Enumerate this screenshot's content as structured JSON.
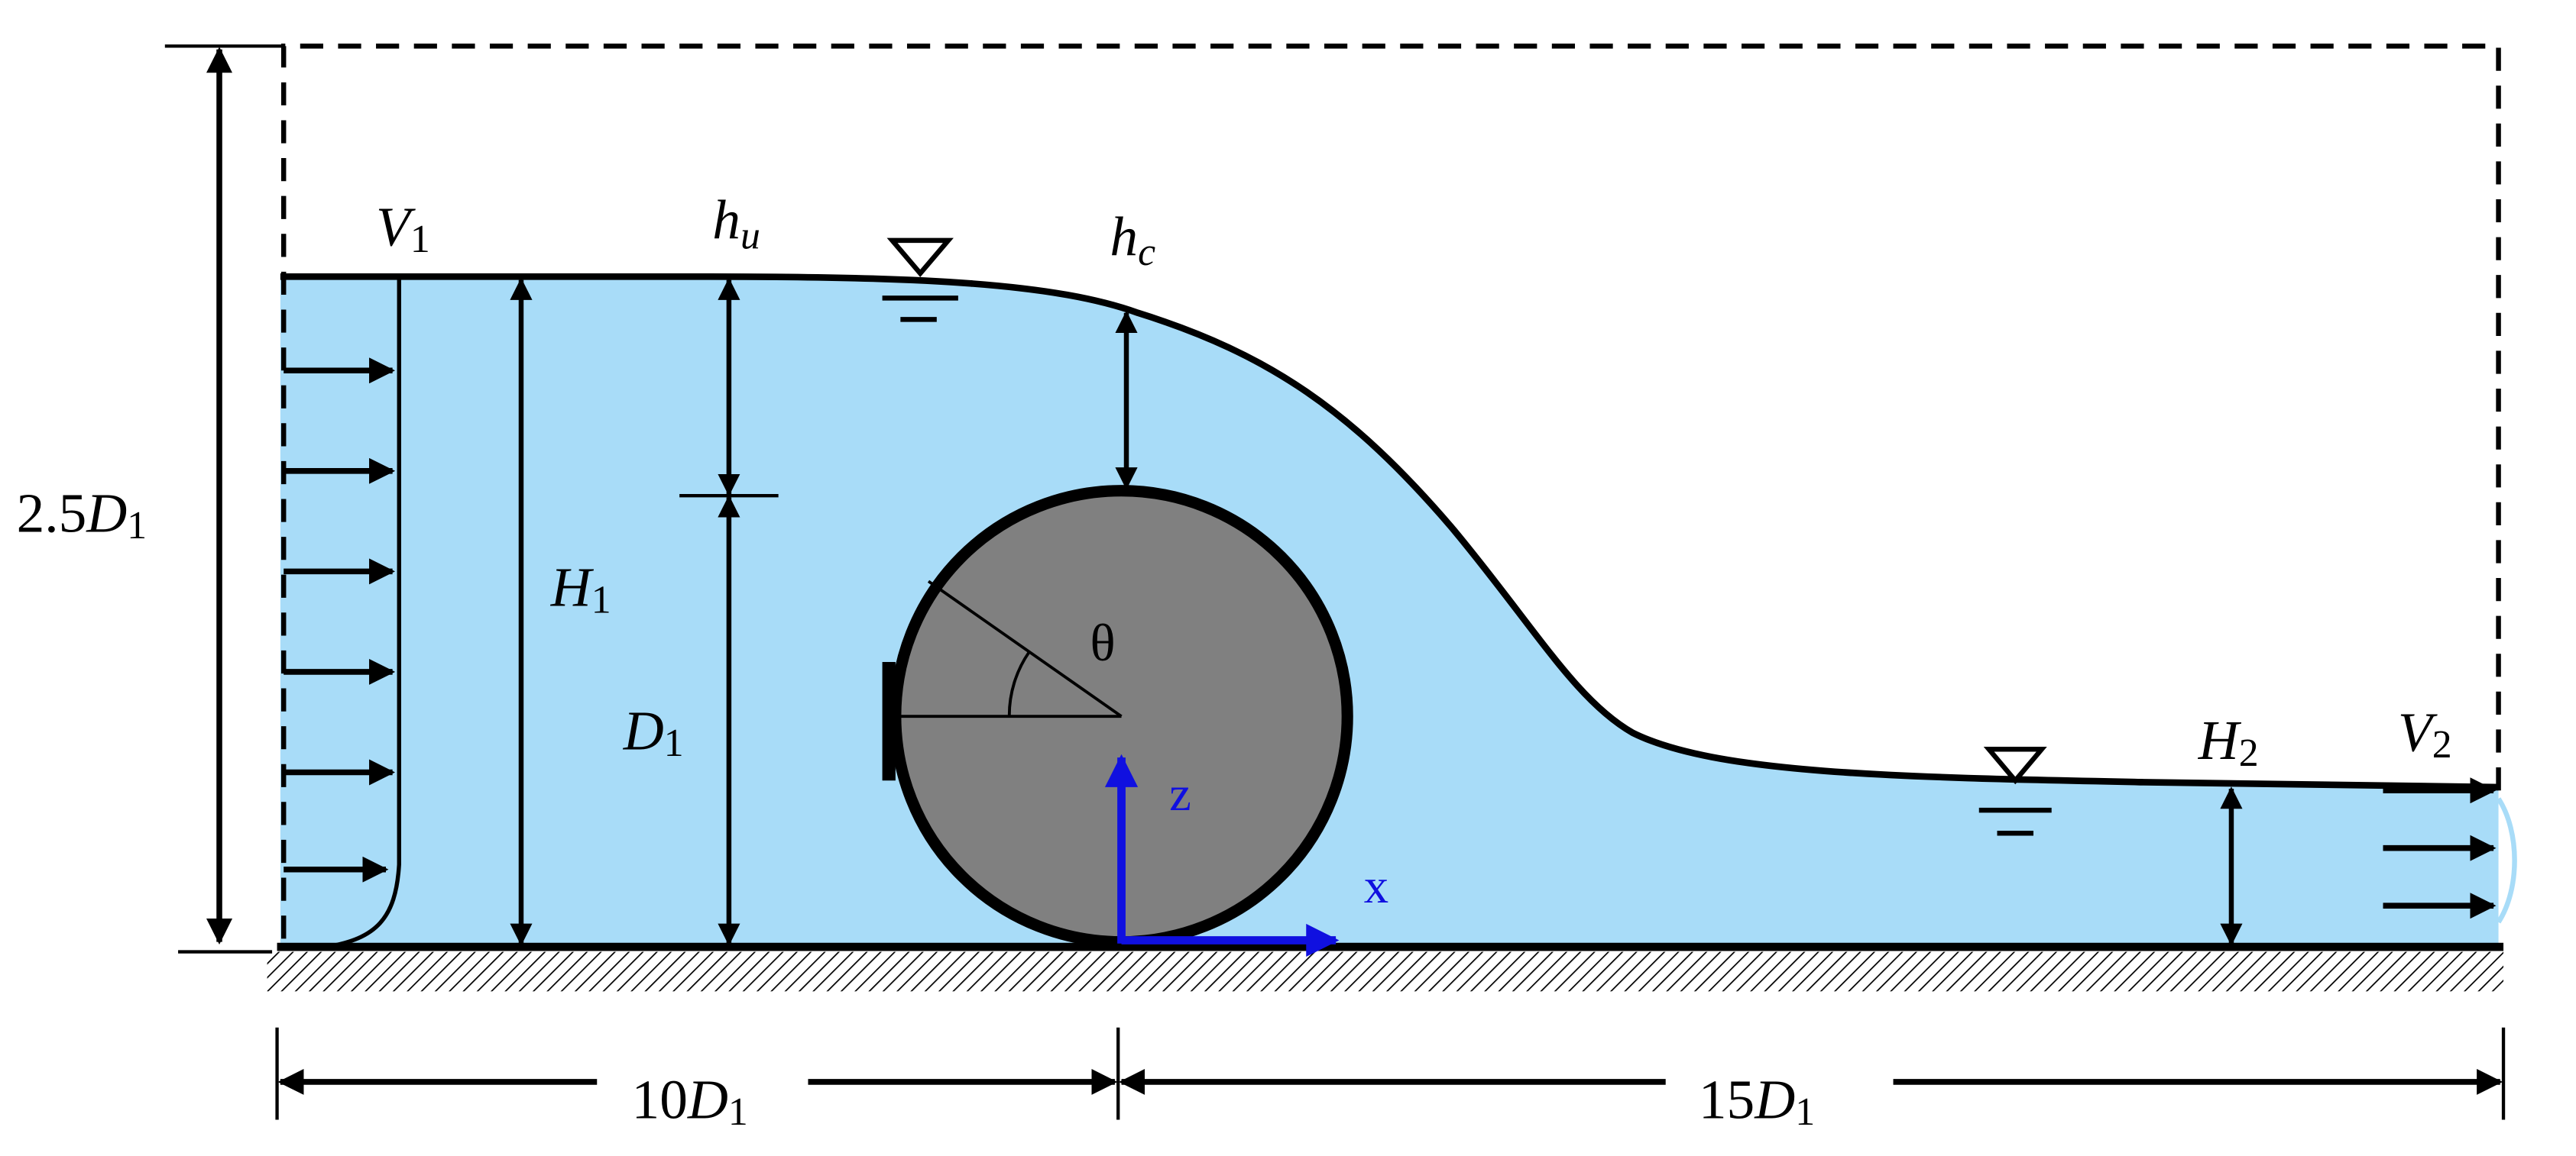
{
  "labels": {
    "inlet_velocity": {
      "main": "V",
      "sub": "1"
    },
    "upstream_depth": {
      "main": "h",
      "sub": "u"
    },
    "crest_depth": {
      "main": "h",
      "sub": "c"
    },
    "domain_height": {
      "prefix": "2.5",
      "main": "D",
      "sub": "1"
    },
    "upstream_water_height": {
      "main": "H",
      "sub": "1"
    },
    "pipe_diameter": {
      "main": "D",
      "sub": "1"
    },
    "angle": "θ",
    "z_axis": "z",
    "x_axis": "x",
    "downstream_water_height": {
      "main": "H",
      "sub": "2"
    },
    "outlet_velocity": {
      "main": "V",
      "sub": "2"
    },
    "upstream_length": {
      "prefix": "10",
      "main": "D",
      "sub": "1"
    },
    "downstream_length": {
      "prefix": "15",
      "main": "D",
      "sub": "1"
    }
  },
  "colors": {
    "water": "#a8dcf8",
    "pipe": "#808080",
    "axes": "#1010e0",
    "lines": "#000000"
  }
}
